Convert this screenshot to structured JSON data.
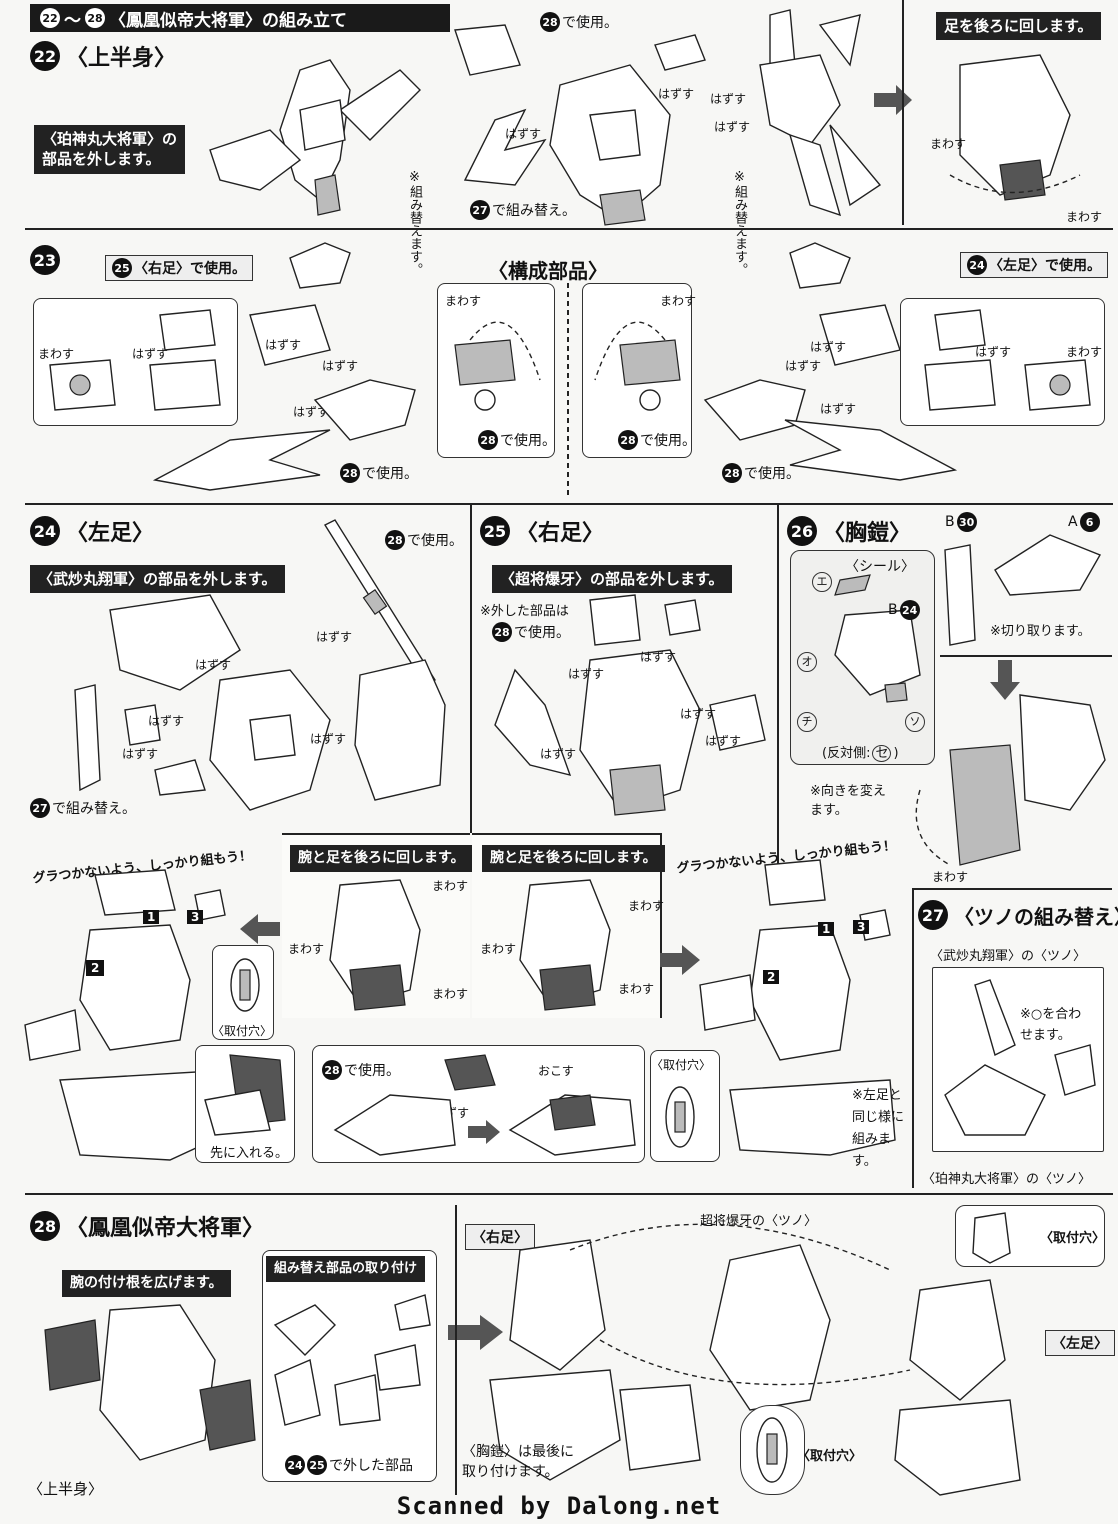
{
  "header": {
    "step_range_start": "22",
    "step_range_end": "28",
    "title": "〈鳳凰似帝大将軍〉の組み立て"
  },
  "step22": {
    "num": "22",
    "title": "〈上半身〉",
    "note_box": "〈珀神丸大将軍〉の\n部品を外します。",
    "use_28": "で使用。",
    "hazusu": "はずす",
    "rebuild_27": "で組み替え。",
    "rebuild_note": "※組み替えます。",
    "turn_feet_note": "足を後ろに回します。",
    "mawasu": "まわす"
  },
  "step23": {
    "num": "23",
    "right_foot_use": "〈右足〉で使用。",
    "left_foot_use": "〈左足〉で使用。",
    "components": "〈構成部品〉",
    "hazusu": "はずす",
    "mawasu": "まわす",
    "use_28": "で使用。",
    "ref_25": "25",
    "ref_24": "24",
    "ref_28": "28"
  },
  "step24": {
    "num": "24",
    "title": "〈左足〉",
    "note_box": "〈武炒丸翔軍〉の部品を外します。",
    "use_28": "で使用。",
    "hazusu": "はずす",
    "rebuild_27": "で組み替え。",
    "turn_note": "腕と足を後ろに回します。",
    "mawasu": "まわす",
    "firm_note": "グラつかないよう、しっかり組もう！",
    "mount_hole": "〈取付穴〉",
    "insert_first": "先に入れる。",
    "n1": "1",
    "n2": "2",
    "n3": "3"
  },
  "step25": {
    "num": "25",
    "title": "〈右足〉",
    "note_box": "〈超将爆牙〉の部品を外します。",
    "removed_note": "※外した部品は",
    "use_28": "で使用。",
    "hazusu": "はずす",
    "turn_note": "腕と足を後ろに回します。",
    "mawasu": "まわす",
    "firm_note": "グラつかないよう、しっかり組もう！",
    "mount_hole": "〈取付穴〉",
    "okosu": "おこす",
    "same_note": "※左足と同じ様に組みます。",
    "n1": "1",
    "n2": "2",
    "n3": "3"
  },
  "step26": {
    "num": "26",
    "title": "〈胸鎧〉",
    "sticker": "〈シール〉",
    "b30": "B",
    "b30_n": "30",
    "a6": "A",
    "a6_n": "6",
    "b24": "B",
    "b24_n": "24",
    "e": "エ",
    "o": "オ",
    "chi": "チ",
    "so": "ソ",
    "reverse": "(反対側:",
    "se": "セ",
    "reverse_end": ")",
    "cut": "※切り取ります。",
    "direction_note": "※向きを変えます。",
    "mawasu": "まわす"
  },
  "step27": {
    "num": "27",
    "title": "〈ツノの組み替え〉",
    "of_bushomaru": "〈武炒丸翔軍〉の〈ツノ〉",
    "align_note": "※",
    "align_note2": "を合わせます。",
    "of_hakushin": "〈珀神丸大将軍〉の〈ツノ〉"
  },
  "step28": {
    "num": "28",
    "title": "〈鳳凰似帝大将軍〉",
    "arm_note": "腕の付け根を広げます。",
    "rebuild_parts": "組み替え部品の取り付け",
    "removed_parts": "で外した部品",
    "upper_body": "〈上半身〉",
    "right_foot": "〈右足〉",
    "left_foot": "〈左足〉",
    "horn_label": "超将爆牙の〈ツノ〉",
    "mount_hole": "〈取付穴〉",
    "chest_last": "〈胸鎧〉は最後に\n取り付けます。",
    "ref_24": "24",
    "ref_25": "25"
  },
  "footer": "Scanned by Dalong.net"
}
